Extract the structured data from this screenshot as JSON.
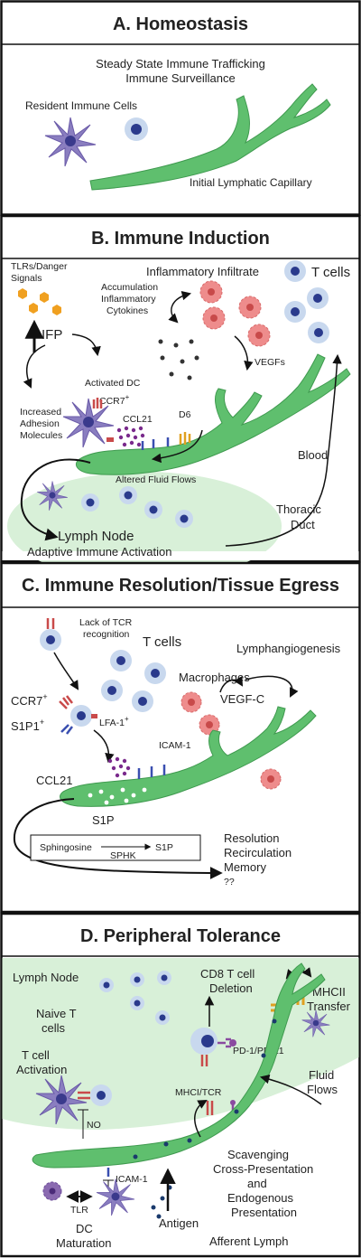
{
  "colors": {
    "lymph": "#5fbf6e",
    "lymph_dark": "#3f9a4f",
    "node_bg": "#d8f0d8",
    "tcell_outer": "#c8d8ee",
    "tcell_inner": "#2a3a8c",
    "dc": "#7a6bb0",
    "macrophage": "#ee8c8c",
    "chemokine": "#7a2a8c",
    "danger": "#f0a020",
    "receptor_red": "#c94a4a",
    "receptor_blue": "#3a4fb0",
    "d6": "#e0a020",
    "border": "#111111"
  },
  "panels": {
    "a": {
      "title": "A. Homeostasis",
      "line1": "Steady State Immune Trafficking",
      "line2": "Immune Surveillance",
      "resident": "Resident Immune Cells",
      "capillary": "Initial Lymphatic Capillary"
    },
    "b": {
      "title": "B. Immune Induction",
      "tlrs1": "TLRs/Danger",
      "tlrs2": "Signals",
      "ifp": "IFP",
      "infiltrate": "Inflammatory Infiltrate",
      "tcells": "T cells",
      "accum1": "Accumulation",
      "accum2": "Inflammatory",
      "accum3": "Cytokines",
      "activated_dc": "Activated DC",
      "ccr7": "CCR7",
      "ccr7_sup": "+",
      "ccl21": "CCL21",
      "d6": "D6",
      "vegfs": "VEGFs",
      "adhesion1": "Increased",
      "adhesion2": "Adhesion",
      "adhesion3": "Molecules",
      "fluid": "Altered Fluid Flows",
      "blood": "Blood",
      "lymph_node": "Lymph Node",
      "adaptive": "Adaptive Immune Activation",
      "thoracic1": "Thoracic",
      "thoracic2": "Duct"
    },
    "c": {
      "title": "C. Immune Resolution/Tissue Egress",
      "lack1": "Lack of TCR",
      "lack2": "recognition",
      "tcells": "T cells",
      "lymphangio": "Lymphangiogenesis",
      "macrophages": "Macrophages",
      "vegfc": "VEGF-C",
      "ccr7": "CCR7",
      "ccr7_sup": "+",
      "s1p1": "S1P1",
      "s1p1_sup": "+",
      "lfa1": "LFA-1",
      "lfa1_sup": "+",
      "icam1": "ICAM-1",
      "ccl21": "CCL21",
      "s1p": "S1P",
      "sphingosine": "Sphingosine",
      "s1p_box": "S1P",
      "sphk": "SPHK",
      "res1": "Resolution",
      "res2": "Recirculation",
      "res3": "Memory",
      "res4": "??"
    },
    "d": {
      "title": "D. Peripheral Tolerance",
      "lymph_node": "Lymph Node",
      "cd8_1": "CD8 T cell",
      "cd8_2": "Deletion",
      "mhcii1": "MHCII",
      "mhcii2": "Transfer",
      "naive1": "Naive T",
      "naive2": "cells",
      "pd1": "PD-1/PD-L1",
      "act1": "T cell",
      "act2": "Activation",
      "mhci": "MHCI/TCR",
      "fluid1": "Fluid",
      "fluid2": "Flows",
      "no": "NO",
      "scav1": "Scavenging",
      "scav2": "Cross-Presentation",
      "scav3": "and",
      "scav4": "Endogenous",
      "scav5": "Presentation",
      "icam1": "ICAM-1",
      "tlr": "TLR",
      "antigen": "Antigen",
      "dc1": "DC",
      "dc2": "Maturation",
      "afferent": "Afferent Lymph"
    }
  }
}
